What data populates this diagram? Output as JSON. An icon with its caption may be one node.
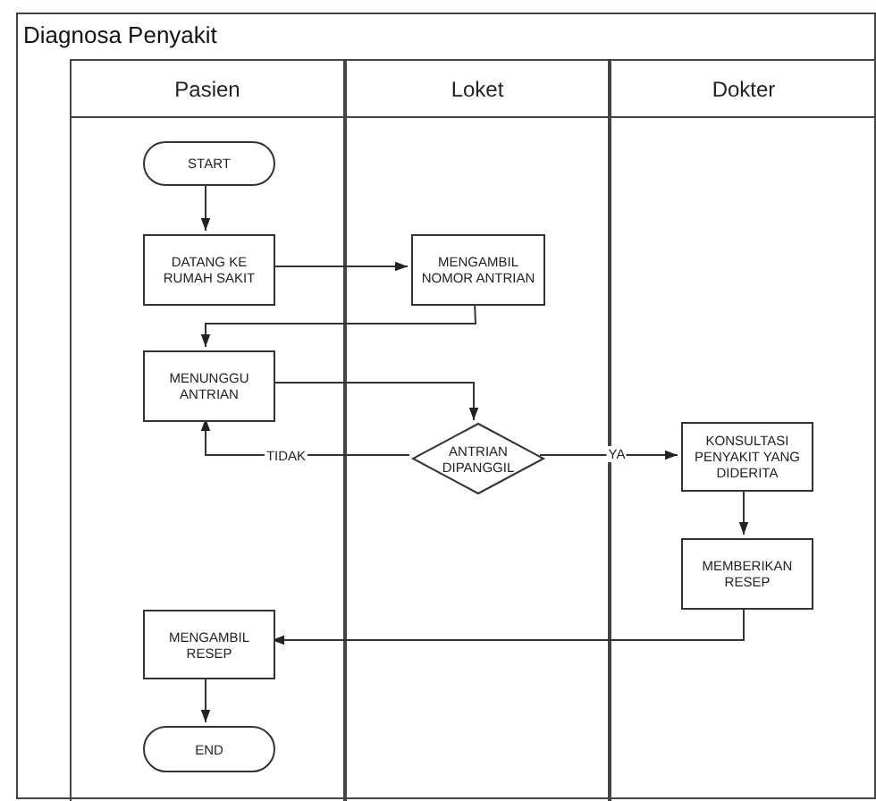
{
  "diagram": {
    "nodes": [
      {
        "text": [
          "Diagnosa Penyakit"
        ]
      },
      {
        "text": [
          "Pasien"
        ],
        "in": 0
      },
      {
        "text": [
          "Loket"
        ],
        "in": 0
      },
      {
        "text": [
          "Dokter"
        ],
        "in": 0
      },
      {
        "text": [
          "START"
        ],
        "in": 1
      },
      {
        "text": [
          "DATANG KE RUMAH SAKIT"
        ],
        "in": 1
      },
      {
        "text": [
          "MENGAMBIL NOMOR ANTRIAN"
        ],
        "in": 2
      },
      {
        "text": [
          "MENUNGGU ANTRIAN"
        ],
        "in": 1
      },
      {
        "text": [
          "ANTRIAN DIPANGGIL"
        ],
        "in": 2
      },
      {
        "text": [
          "KONSULTASI PENYAKIT YANG DIDERITA"
        ],
        "in": 3
      },
      {
        "text": [
          "MEMBERIKAN RESEP"
        ],
        "in": 3
      },
      {
        "text": [
          "MENGAMBIL RESEP"
        ],
        "in": 1
      },
      {
        "text": [
          "END"
        ],
        "in": 1
      }
    ],
    "edges": [
      {
        "from": 4,
        "to": 5,
        "arrow": "to"
      },
      {
        "from": 5,
        "to": 6,
        "arrow": "to"
      },
      {
        "from": 6,
        "to": 7,
        "arrow": "to"
      },
      {
        "from": 7,
        "to": 8,
        "arrow": "to"
      },
      {
        "from": 8,
        "to": 7,
        "arrow": "to",
        "label": "TIDAK"
      },
      {
        "from": 8,
        "to": 9,
        "arrow": "to",
        "label": "YA"
      },
      {
        "from": 9,
        "to": 10,
        "arrow": "to"
      },
      {
        "from": 10,
        "to": 11,
        "arrow": "to"
      },
      {
        "from": 11,
        "to": 12,
        "arrow": "to"
      }
    ]
  }
}
